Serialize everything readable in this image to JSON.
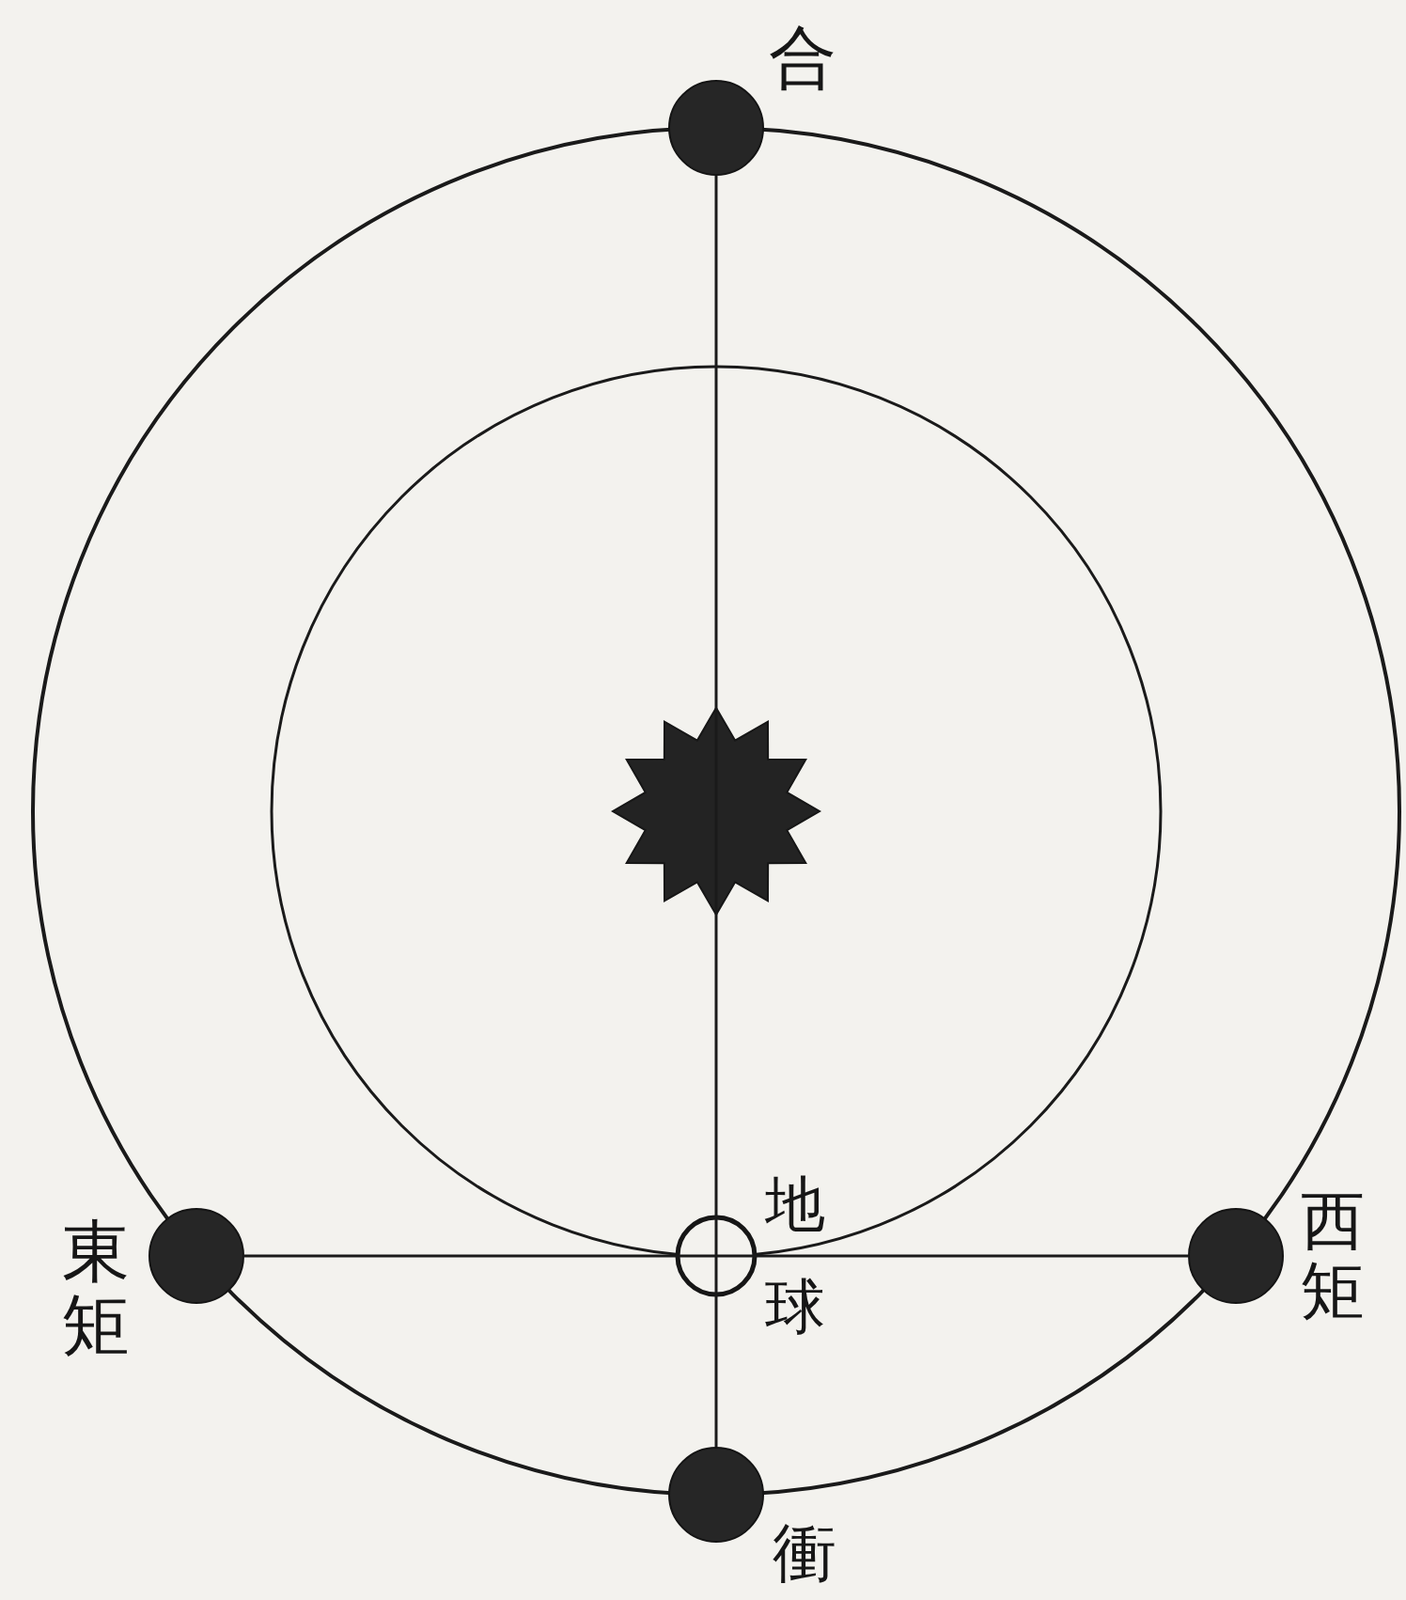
{
  "diagram": {
    "nodes": [
      {
        "text": [
          "合"
        ]
      },
      {
        "text": [
          "東矩"
        ]
      },
      {
        "text": [
          "地球"
        ]
      },
      {
        "text": [
          "西矩"
        ]
      },
      {
        "text": [
          "衝"
        ]
      }
    ],
    "edges": [
      {
        "from": 0,
        "to": 2,
        "arrow": "none"
      },
      {
        "from": 2,
        "to": 4,
        "arrow": "none"
      },
      {
        "from": 1,
        "to": 2,
        "arrow": "none"
      },
      {
        "from": 2,
        "to": 3,
        "arrow": "none"
      }
    ]
  }
}
